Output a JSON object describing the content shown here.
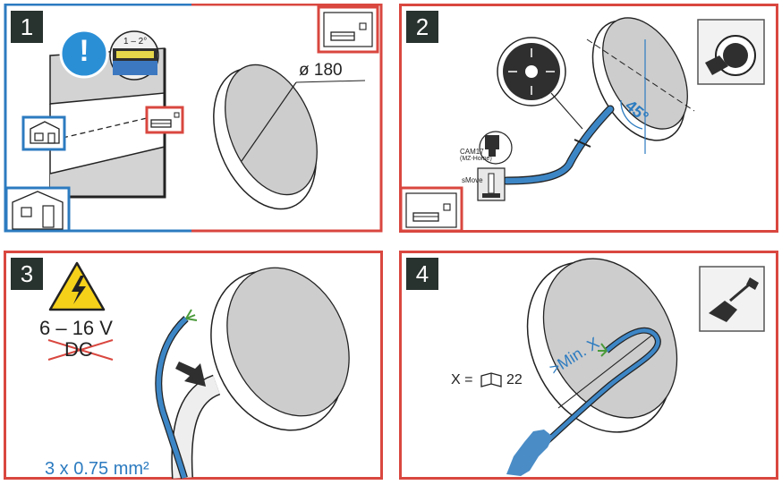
{
  "steps": [
    {
      "number": "1",
      "diameter_label": "ø 180",
      "level_label": "1 – 2°",
      "warning_mark": "!"
    },
    {
      "number": "2",
      "angle_label": "45°",
      "device_label_1": "CAM17",
      "device_label_2": "(MZ-Home)",
      "device_label_3": "sMove"
    },
    {
      "number": "3",
      "voltage_label": "6 – 16 V",
      "current_type_crossed": "DC",
      "wire_label": "3 x 0.75 mm²"
    },
    {
      "number": "4",
      "distance_label": ">Min. X",
      "reference_prefix": "X =",
      "reference_page": "22"
    }
  ],
  "colors": {
    "red_frame": "#d9473f",
    "blue_frame": "#2c7bc0",
    "cable": "#3d86c6",
    "disc": "#cdcdcd"
  },
  "icons": [
    "warning-icon",
    "level-icon",
    "house-icon",
    "room-icon",
    "saw-blade-icon",
    "hole-saw-icon",
    "voltage-warning-icon",
    "book-icon",
    "plaster-trowel-icon"
  ]
}
